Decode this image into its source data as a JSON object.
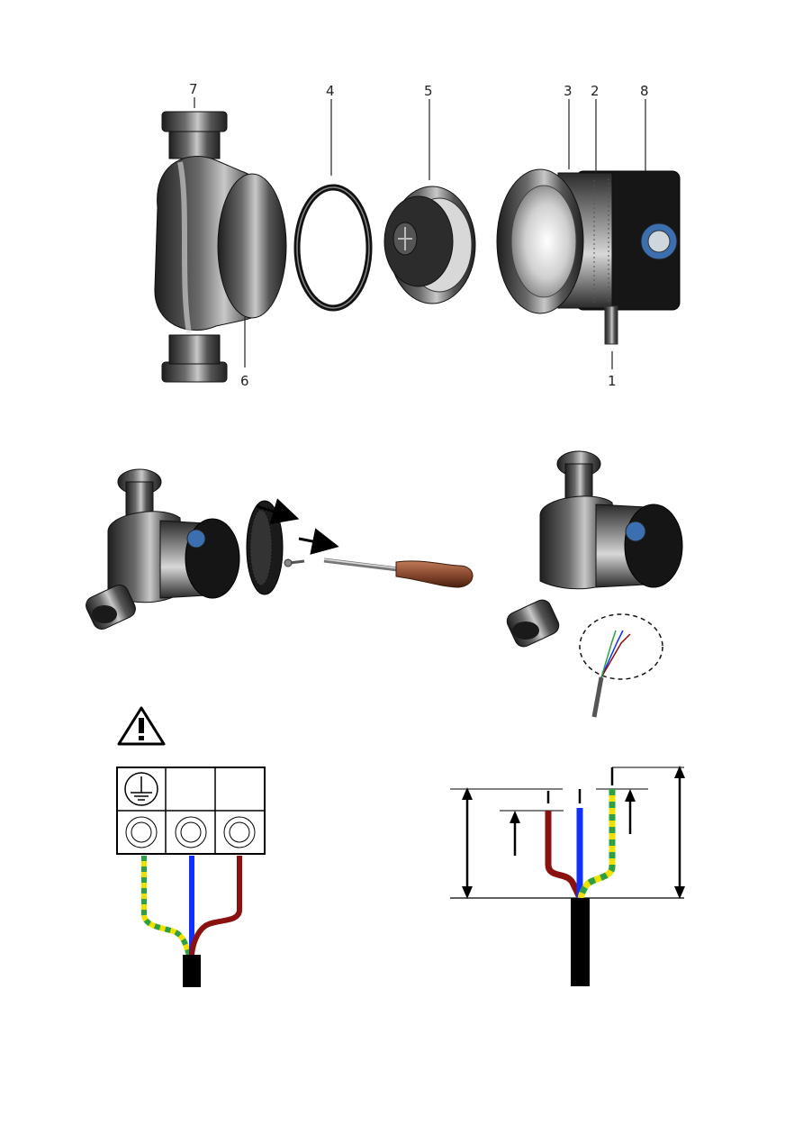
{
  "exploded_view": {
    "callouts": [
      {
        "id": "c7",
        "label": "7"
      },
      {
        "id": "c4",
        "label": "4"
      },
      {
        "id": "c5",
        "label": "5"
      },
      {
        "id": "c3",
        "label": "3"
      },
      {
        "id": "c2",
        "label": "2"
      },
      {
        "id": "c8",
        "label": "8"
      },
      {
        "id": "c6",
        "label": "6"
      },
      {
        "id": "c1",
        "label": "1"
      }
    ]
  },
  "colors": {
    "earth_yellow": "#f0e000",
    "earth_green": "#2ea043",
    "neutral_blue": "#1030ff",
    "live_brown": "#8b1010",
    "cable_black": "#000000",
    "pump_body": "#3a3a3a",
    "handle_brown": "#8a4a30"
  },
  "icons": [
    "warning-triangle-icon",
    "earth-ground-icon",
    "terminal-screw-icon",
    "arrow-icon"
  ]
}
